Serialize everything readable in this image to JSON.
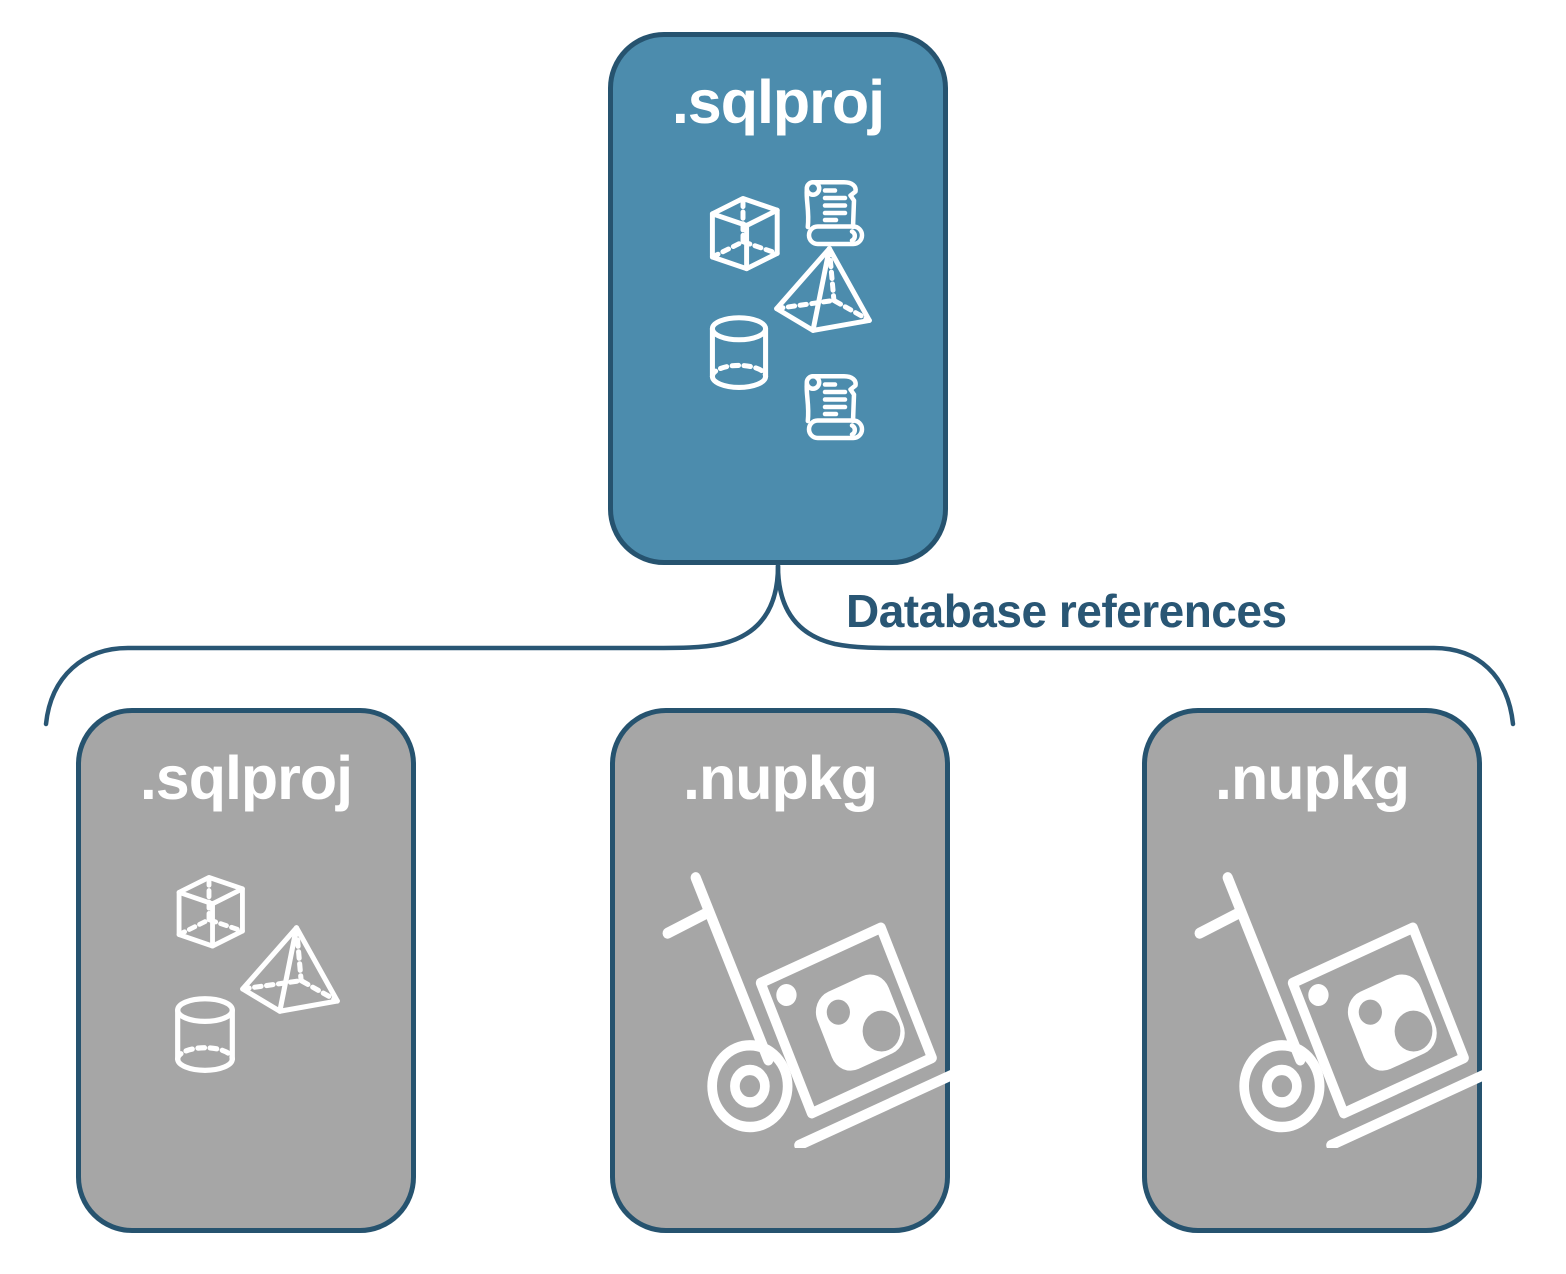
{
  "diagram": {
    "connector_label": "Database references",
    "colors": {
      "root_fill": "#4C8CAD",
      "child_fill": "#A6A6A6",
      "outline": "#26536F",
      "label_text": "#295674",
      "icon_and_title": "#FFFFFF"
    },
    "root": {
      "title": ".sqlproj",
      "icons": [
        "cube-icon",
        "script-scroll-icon",
        "pyramid-icon",
        "database-cylinder-icon",
        "script-scroll-icon"
      ]
    },
    "children": [
      {
        "title": ".sqlproj",
        "icons": [
          "cube-icon",
          "pyramid-icon",
          "database-cylinder-icon"
        ]
      },
      {
        "title": ".nupkg",
        "icons": [
          "nuget-package-dolly-icon"
        ]
      },
      {
        "title": ".nupkg",
        "icons": [
          "nuget-package-dolly-icon"
        ]
      }
    ]
  }
}
